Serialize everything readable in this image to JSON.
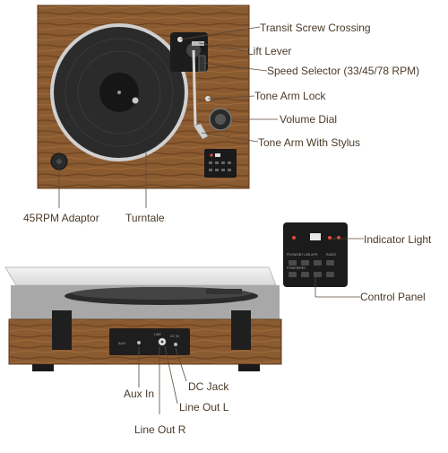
{
  "labels": {
    "transit_screw": "Transit  Screw Crossing",
    "lift_lever": "Lift Lever",
    "speed_selector": "Speed Selector (33/45/78 RPM)",
    "tone_arm_lock": "Tone Arm Lock",
    "volume_dial": "Volume Dial",
    "tone_arm_stylus": "Tone Arm With Stylus",
    "adaptor": "45RPM Adaptor",
    "turntable": "Turntale",
    "indicator_light": "Indicator Light",
    "control_panel": "Control Panel",
    "aux_in": "Aux In",
    "dc_jack": "DC Jack",
    "line_out_l": "Line Out L",
    "line_out_r": "Line Out R"
  },
  "panel_text": {
    "tag_left": "PHONO/BT USB APR",
    "tag_right": "RADIO",
    "tag_bottom": "POWER/REC"
  },
  "back_panel_text": {
    "aux_tag": "AUX",
    "line_tag": "LINE",
    "dc_tag": "DC 5V"
  },
  "colors": {
    "wood": "#8a5a30",
    "wood_dark": "#5e3a1c",
    "platter": "#2b2b2b",
    "platter_rim": "#c9c9c9",
    "label_text": "#4a3a28",
    "leader_line": "#5b4a3a",
    "indicator_red": "#e34a3a"
  }
}
